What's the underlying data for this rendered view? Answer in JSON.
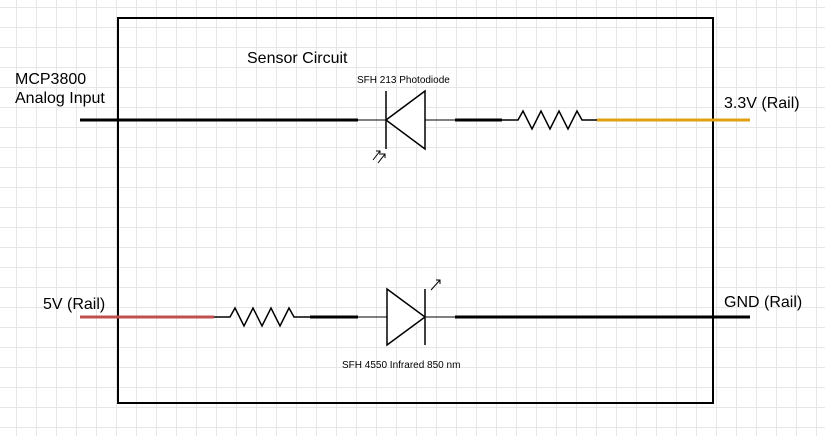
{
  "title": "Sensor Circuit",
  "ports": {
    "left_top": {
      "line1": "MCP3800",
      "line2": "Analog Input"
    },
    "right_top": "3.3V (Rail)",
    "left_bottom": "5V (Rail)",
    "right_bottom": "GND (Rail)"
  },
  "components": {
    "photodiode_label": "SFH 213 Photodiode",
    "ir_led_label": "SFH 4550 Infrared 850 nm"
  },
  "colors": {
    "wire": "#000000",
    "rail_3v3": "#E0A012",
    "rail_5v": "#C0504D",
    "grid": "#e6e6e6"
  }
}
